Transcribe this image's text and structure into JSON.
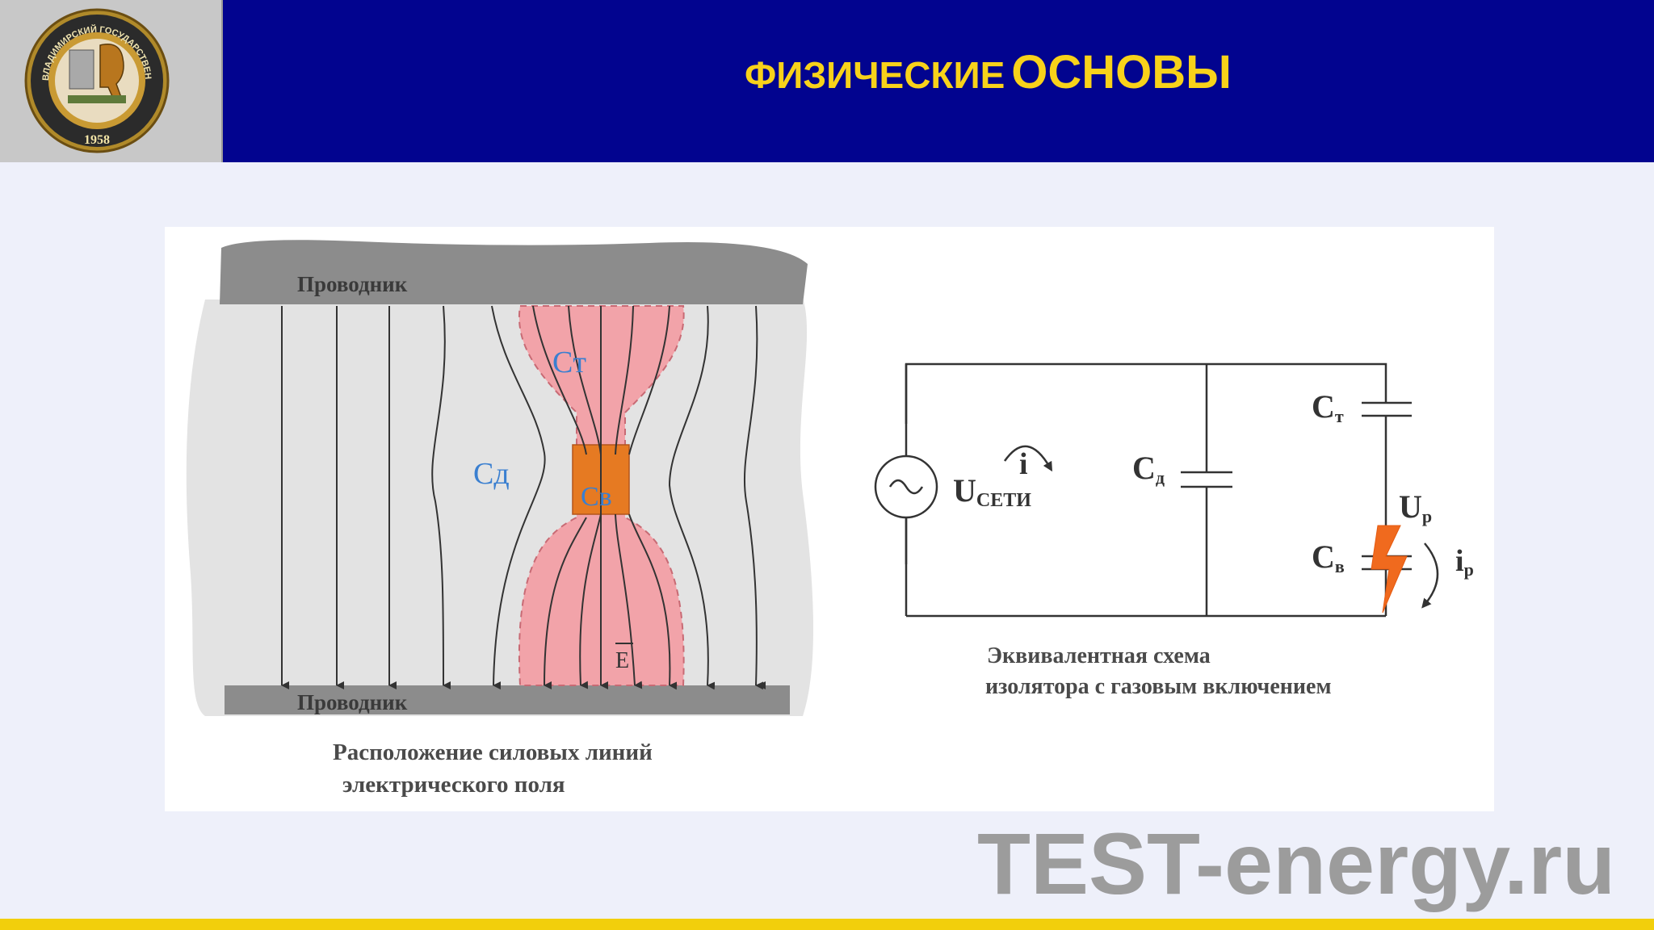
{
  "header": {
    "title_part1": "ФИЗИЧЕСКИЕ",
    "title_part2": "ОСНОВЫ"
  },
  "logo": {
    "ring_text": "ВЛАДИМИРСКИЙ ГОСУДАРСТВЕННЫЙ УНИВЕРСИТЕТ",
    "year": "1958"
  },
  "field_diagram": {
    "conductor_top": "Проводник",
    "conductor_bottom": "Проводник",
    "label_ct": "Cт",
    "label_cd": "Cд",
    "label_cv": "Cв",
    "label_e": "E",
    "caption_line1": "Расположение силовых линий",
    "caption_line2": "электрического поля"
  },
  "circuit_diagram": {
    "u_main": "U",
    "u_sub": "СЕТИ",
    "current": "i",
    "cd_main": "C",
    "cd_sub": "д",
    "ct_main": "C",
    "ct_sub": "т",
    "cv_main": "C",
    "cv_sub": "в",
    "up_main": "U",
    "up_sub": "р",
    "ip_main": "i",
    "ip_sub": "р",
    "caption_line1": "Эквивалентная схема",
    "caption_line2": "изолятора с газовым включением"
  },
  "watermark": "TEST-energy.ru",
  "colors": {
    "header_bg": "#02048f",
    "title": "#f8d21a",
    "accent_bar": "#f2cf0c",
    "field_region": "#f2a3a9",
    "void": "#e67a22",
    "label_blue": "#3a7fd0"
  }
}
